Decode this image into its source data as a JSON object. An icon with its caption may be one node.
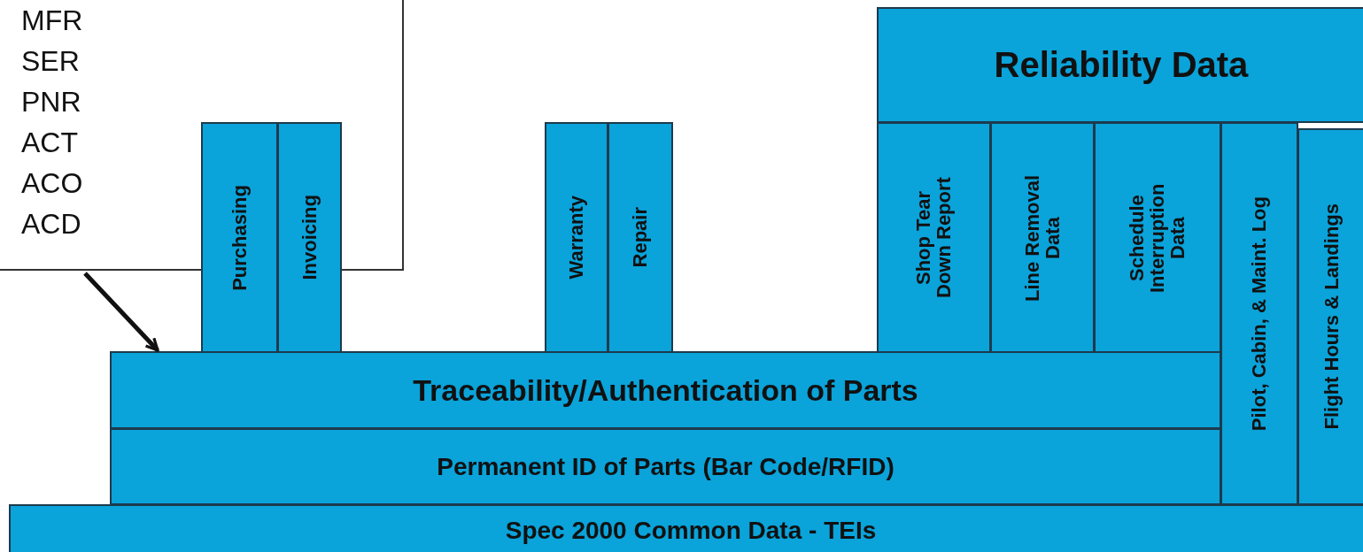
{
  "diagram": {
    "nodes": [
      {
        "text": [
          "MFR",
          "SER",
          "PNR",
          "ACT",
          "ACO",
          "ACD"
        ]
      },
      {
        "text": [
          "Reliability Data"
        ]
      },
      {
        "text": [
          "Purchasing"
        ]
      },
      {
        "text": [
          "Invoicing"
        ]
      },
      {
        "text": [
          "Warranty"
        ]
      },
      {
        "text": [
          "Repair"
        ]
      },
      {
        "text": [
          "Shop Tear Down Report"
        ]
      },
      {
        "text": [
          "Line Removal Data"
        ]
      },
      {
        "text": [
          "Schedule Interruption Data"
        ]
      },
      {
        "text": [
          "Pilot, Cabin, & Maint. Log"
        ]
      },
      {
        "text": [
          "Flight Hours & Landings"
        ]
      },
      {
        "text": [
          "Traceability/Authentication of Parts"
        ]
      },
      {
        "text": [
          "Permanent ID of Parts (Bar Code/RFID)"
        ]
      },
      {
        "text": [
          "Spec 2000 Common Data - TEIs"
        ]
      }
    ],
    "edges": [
      {
        "from": 0,
        "to": 11,
        "arrow": "to"
      }
    ]
  }
}
